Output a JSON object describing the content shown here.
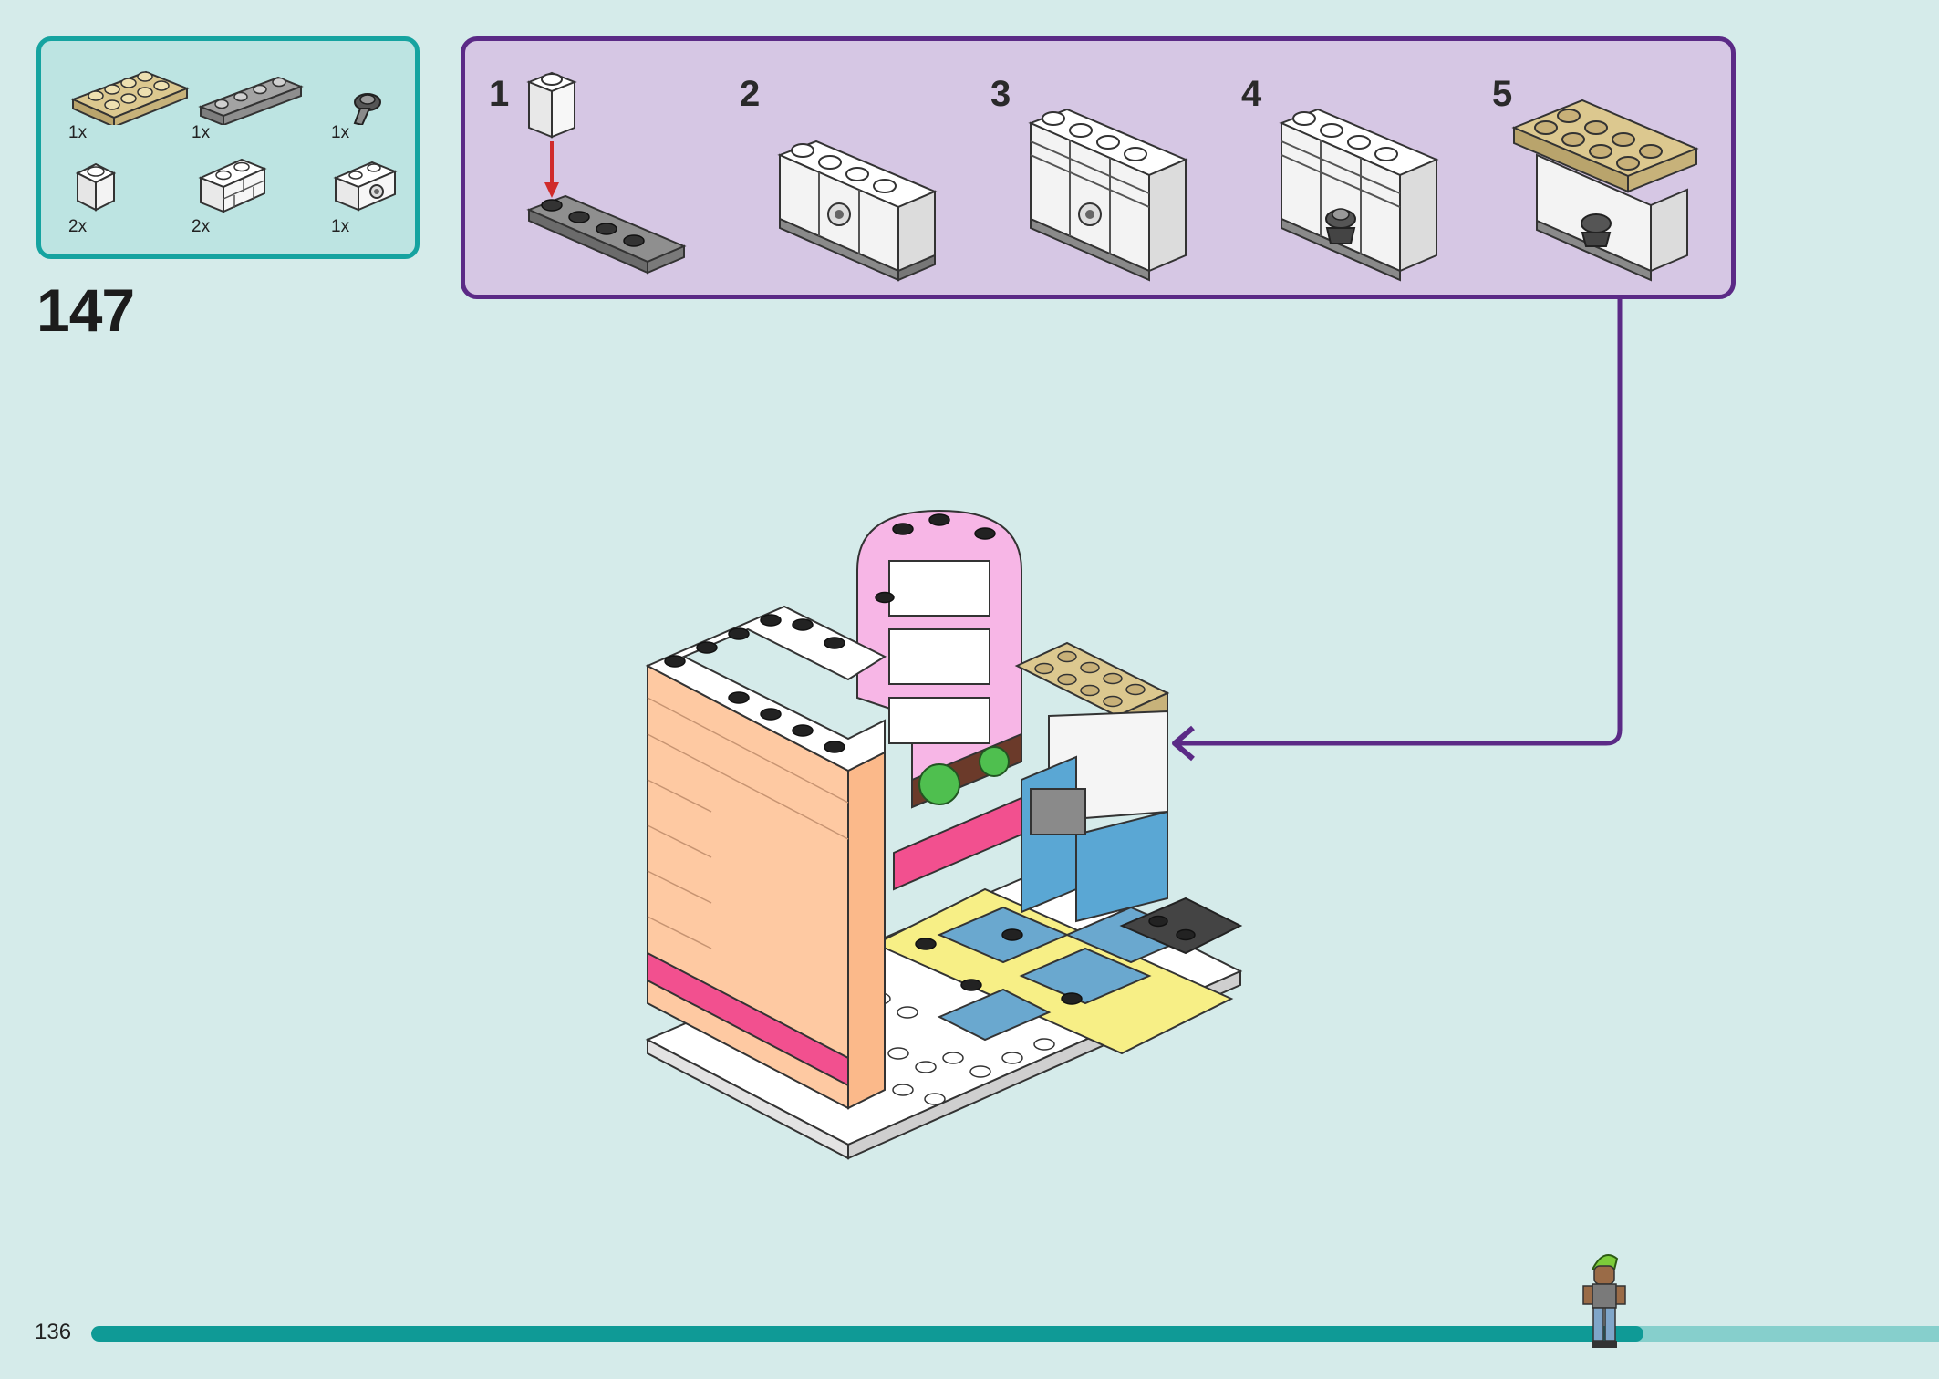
{
  "parts_list": {
    "items": [
      {
        "name": "tan-plate-2x4-icon",
        "qty": "1x"
      },
      {
        "name": "gray-plate-1x4-icon",
        "qty": "1x"
      },
      {
        "name": "gray-clip-icon",
        "qty": "1x"
      },
      {
        "name": "white-brick-1x1-icon",
        "qty": "2x"
      },
      {
        "name": "white-masonry-brick-icon",
        "qty": "2x"
      },
      {
        "name": "white-brick-with-hole-icon",
        "qty": "1x"
      }
    ]
  },
  "step": {
    "number": "147"
  },
  "substeps": [
    {
      "number": "1"
    },
    {
      "number": "2"
    },
    {
      "number": "3"
    },
    {
      "number": "4"
    },
    {
      "number": "5"
    }
  ],
  "footer": {
    "page_number": "136",
    "progress_fraction": 0.84
  },
  "colors": {
    "background": "#d5ebea",
    "parts_border": "#15a3a0",
    "substep_border": "#5b2a86",
    "substep_fill": "#d6c7e4",
    "progress": "#0f9a96"
  }
}
